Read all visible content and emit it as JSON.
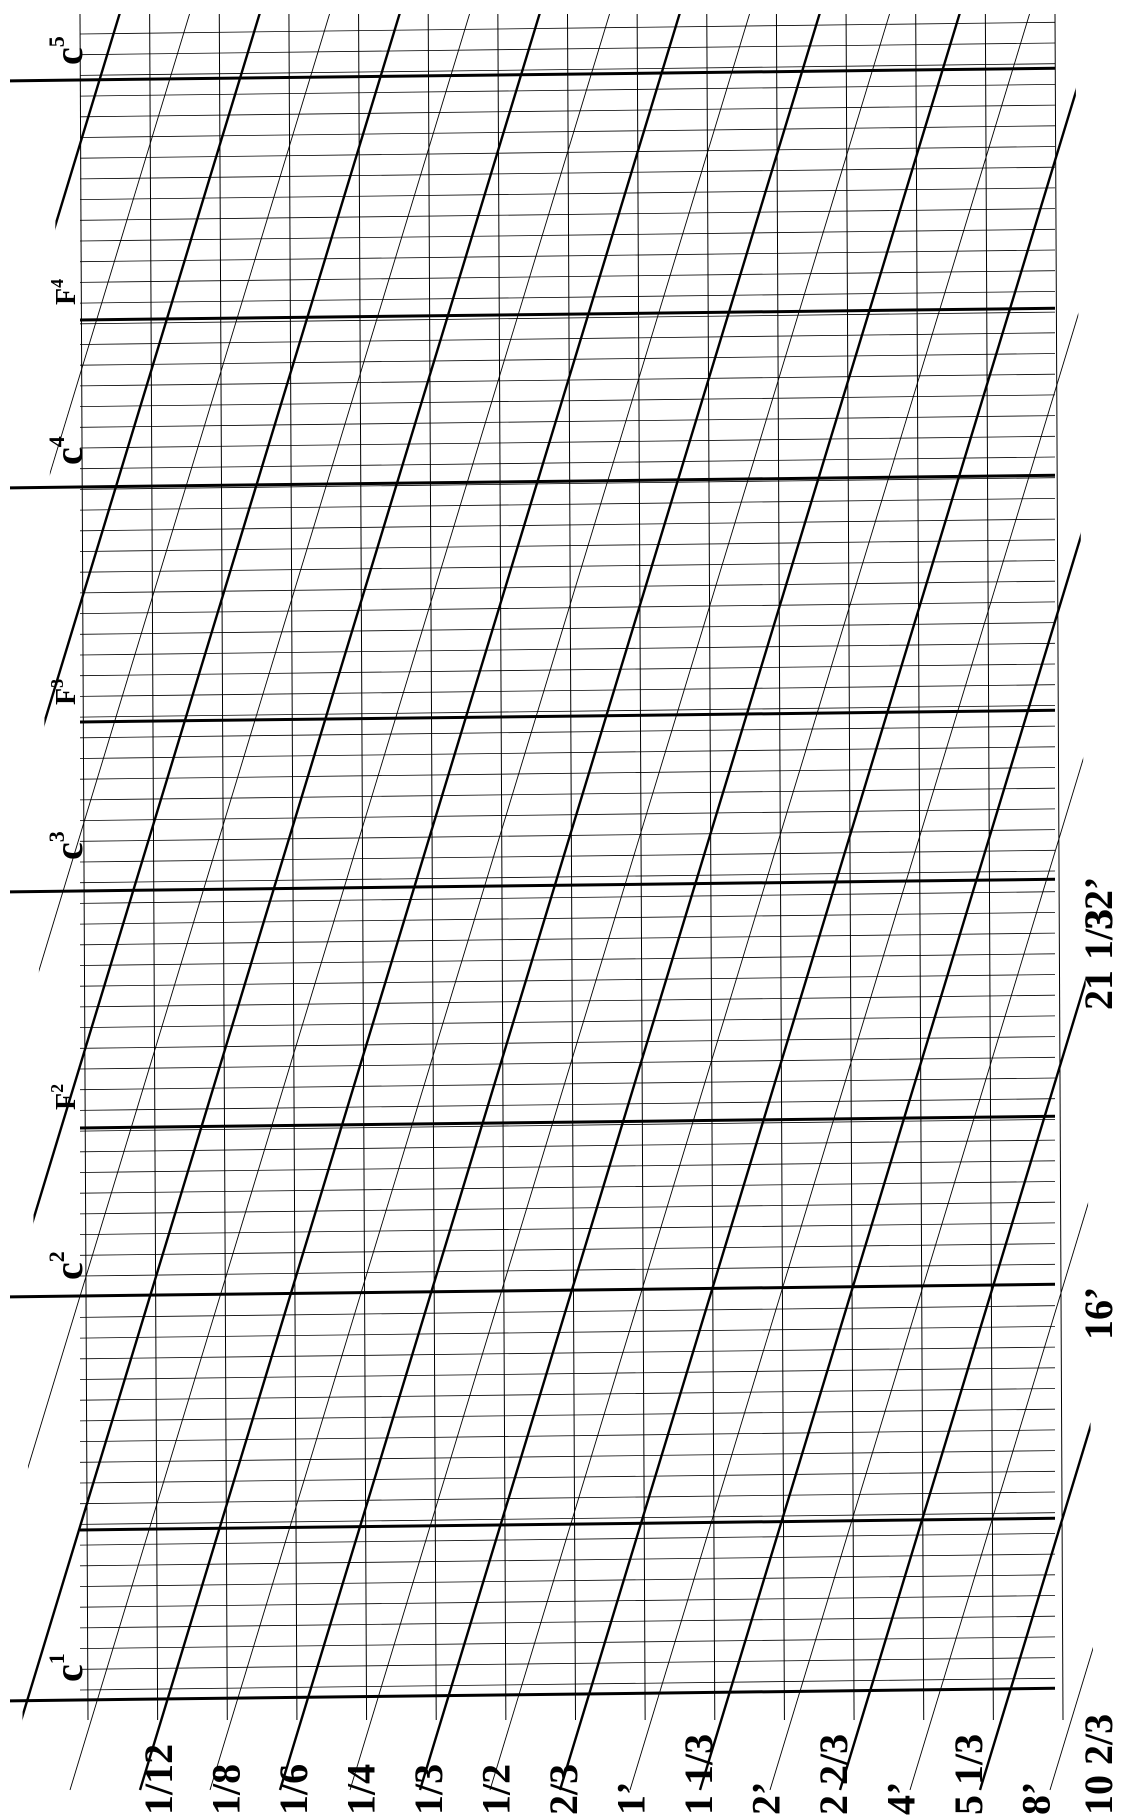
{
  "diagram": {
    "note_labels": [
      {
        "letter": "c",
        "sup": "1"
      },
      {
        "letter": "c",
        "sup": "2"
      },
      {
        "letter": "F",
        "sup": "2"
      },
      {
        "letter": "c",
        "sup": "3"
      },
      {
        "letter": "F",
        "sup": "3"
      },
      {
        "letter": "c",
        "sup": "4"
      },
      {
        "letter": "F",
        "sup": "4"
      },
      {
        "letter": "c",
        "sup": "5"
      }
    ],
    "pitch_labels_bottom": [
      "1/12",
      "1/8",
      "1/6",
      "1/4",
      "1/3",
      "1/2",
      "2/3",
      "1’",
      "1 1/3",
      "2’",
      "2 2/3",
      "4’",
      "5 1/3",
      "8’"
    ],
    "pitch_labels_right": [
      "10 2/3",
      "16’",
      "21 1/3",
      "32’"
    ]
  }
}
